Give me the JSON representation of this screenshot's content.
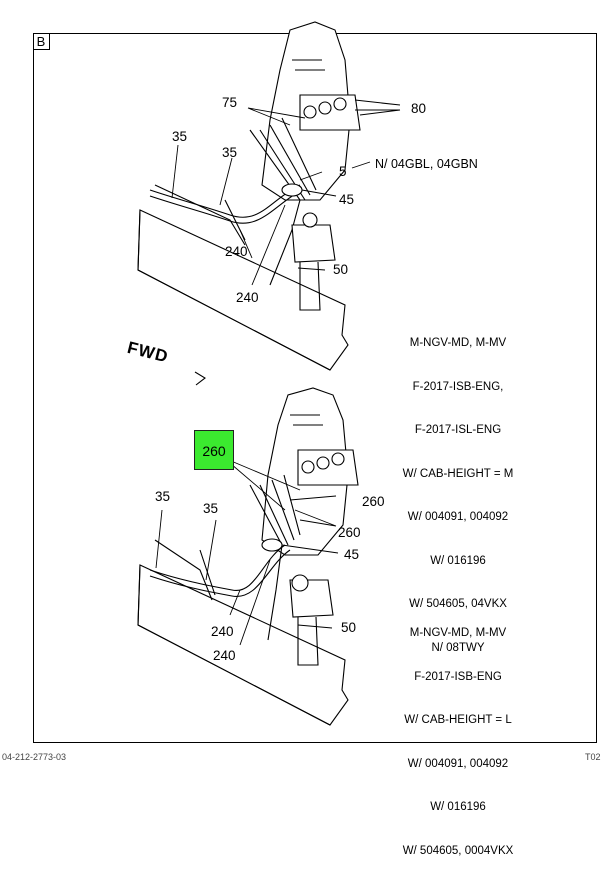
{
  "section": "B",
  "direction_marker": "FWD",
  "highlight_color": "#3bea2f",
  "highlighted_callout": "260",
  "upper_view": {
    "callouts": [
      "75",
      "80",
      "35",
      "35",
      "5",
      "45",
      "240",
      "240",
      "50"
    ],
    "note_5": "N/ 04GBL, 04GBN",
    "applicability": [
      "M-NGV-MD, M-MV",
      "F-2017-ISB-ENG,",
      "F-2017-ISL-ENG",
      "W/ CAB-HEIGHT = M",
      "W/ 004091, 004092",
      "W/ 016196",
      "W/ 504605, 04VKX",
      "N/ 08TWY"
    ]
  },
  "lower_view": {
    "callouts": [
      "260",
      "260",
      "35",
      "35",
      "45",
      "240",
      "240",
      "50"
    ],
    "applicability": [
      "M-NGV-MD, M-MV",
      "F-2017-ISB-ENG",
      "W/ CAB-HEIGHT = L",
      "W/ 004091, 004092",
      "W/ 016196",
      "W/ 504605, 0004VKX"
    ]
  },
  "footer": {
    "left": "04-212-2773-03",
    "right": "T02"
  }
}
